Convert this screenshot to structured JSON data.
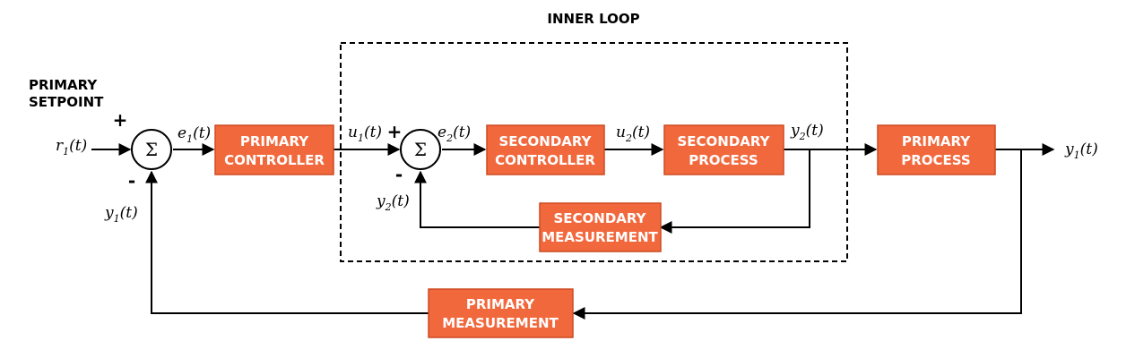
{
  "title": "INNER LOOP",
  "setpoint_label": [
    "PRIMARY",
    "SETPOINT"
  ],
  "blocks": {
    "primary_controller": [
      "PRIMARY",
      "CONTROLLER"
    ],
    "secondary_controller": [
      "SECONDARY",
      "CONTROLLER"
    ],
    "secondary_process": [
      "SECONDARY",
      "PROCESS"
    ],
    "primary_process": [
      "PRIMARY",
      "PROCESS"
    ],
    "secondary_measurement": [
      "SECONDARY",
      "MEASUREMENT"
    ],
    "primary_measurement": [
      "PRIMARY",
      "MEASUREMENT"
    ]
  },
  "summing_symbol": "Σ",
  "signs": {
    "plus": "+",
    "minus": "-"
  },
  "signals": {
    "r1": {
      "base": "r",
      "sub": "1",
      "arg": "(t)"
    },
    "e1": {
      "base": "e",
      "sub": "1",
      "arg": "(t)"
    },
    "u1": {
      "base": "u",
      "sub": "1",
      "arg": "(t)"
    },
    "e2": {
      "base": "e",
      "sub": "2",
      "arg": "(t)"
    },
    "u2": {
      "base": "u",
      "sub": "2",
      "arg": "(t)"
    },
    "y2": {
      "base": "y",
      "sub": "2",
      "arg": "(t)"
    },
    "y1": {
      "base": "y",
      "sub": "1",
      "arg": "(t)"
    }
  },
  "colors": {
    "block_fill": "#f2683d",
    "block_text": "#ffffff",
    "line": "#000000"
  }
}
